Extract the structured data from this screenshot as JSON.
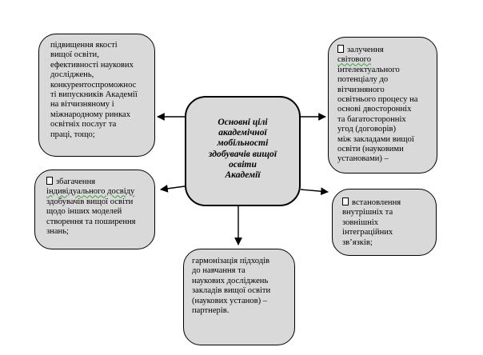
{
  "center": {
    "title_lines": [
      "Основні цілі",
      "академічної",
      "мобільності",
      "здобувачів вищої",
      "освіти",
      "Академії"
    ]
  },
  "goals": {
    "quality": {
      "lines": [
        "підвищення якості",
        "вищої освіти,",
        "ефективності наукових",
        "досліджень,",
        "конкурентоспроможнос",
        "ті випускників Академії",
        "на вітчизняному і",
        "міжнародному ринках",
        "освітніх послуг та",
        "праці, тощо;"
      ]
    },
    "intellectual": {
      "lines": [
        "залучення",
        "світового",
        "інтелектуального",
        "потенціалу до",
        "вітчизняного",
        "освітнього процесу на",
        "основі двосторонніх",
        "та багатосторонніх",
        "угод (договорів)",
        "між закладами вищої",
        "освіти (науковими",
        "установами) –"
      ]
    },
    "experience": {
      "lines": [
        "збагачення",
        "індивідуального досвіду",
        "здобувачів вищої освіти",
        "щодо  інших моделей",
        "створення та поширення",
        "знань;"
      ]
    },
    "integration": {
      "lines": [
        "встановлення",
        "внутрішніх та",
        "зовнішніх",
        "інтеграційних",
        "зв’язків;"
      ]
    },
    "harmonization": {
      "lines": [
        "гармонізація підходів",
        "до навчання та",
        "наукових досліджень",
        "закладів вищої освіти",
        "(наукових установ) –",
        "партнерів."
      ]
    }
  }
}
